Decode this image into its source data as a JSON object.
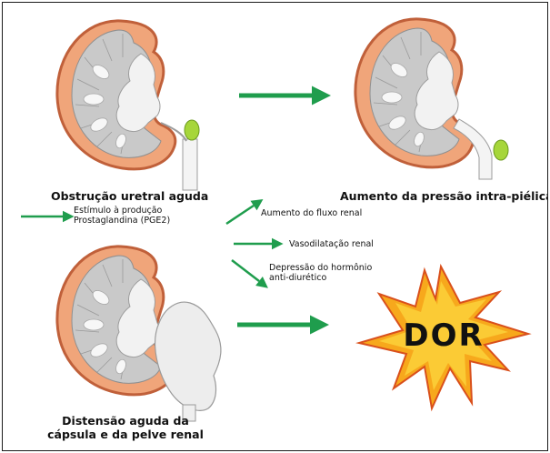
{
  "labels": {
    "obstruction": "Obstrução uretral aguda",
    "pressure": "Aumento da pressão intra-piélica",
    "stimulus_line1": "Estímulo à produção",
    "stimulus_line2": "Prostaglandina (PGE2)",
    "flow": "Aumento do fluxo renal",
    "vasodilation": "Vasodilatação renal",
    "depression_line1": "Depressão do hormônio",
    "depression_line2": "anti-diurético",
    "distension_line1": "Distensão aguda da",
    "distension_line2": "cápsula e da pelve renal",
    "pain": "DOR"
  },
  "colors": {
    "arrow": "#1f9d4d",
    "cortex": "#f0a57a",
    "capsule": "#c0603a",
    "medulla": "#c9c9c9",
    "pelvis": "#f2f2f2",
    "stone": "#a6d63a",
    "star": "#f7a81c",
    "star_outline": "#d9501c"
  },
  "icons": [
    "kidney-icon",
    "stone-icon",
    "pain-starburst-icon",
    "arrow-icon"
  ]
}
